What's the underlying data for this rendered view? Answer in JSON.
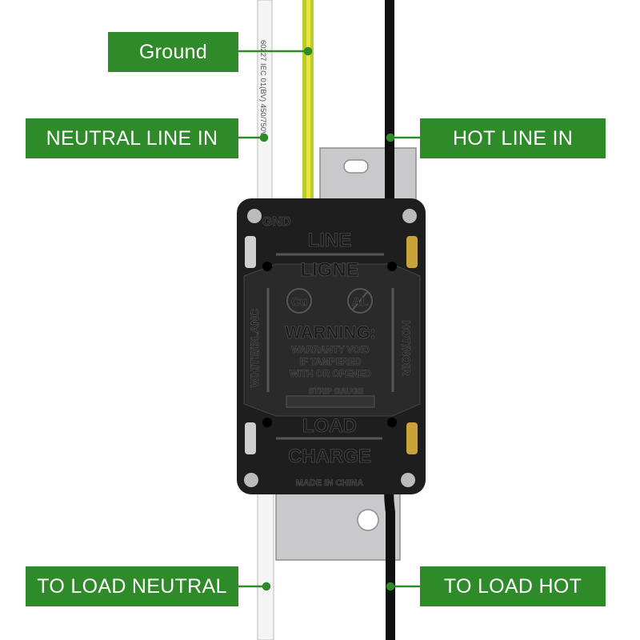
{
  "labels": {
    "ground": "Ground",
    "neutral_line_in": "NEUTRAL LINE IN",
    "hot_line_in": "HOT LINE IN",
    "to_load_neutral": "TO LOAD NEUTRAL",
    "to_load_hot": "TO LOAD HOT"
  },
  "wire_print": "60227 IEC 01(BV)     450/750V",
  "device": {
    "gnd": "GND",
    "line": "LINE",
    "ligne": "LIGNE",
    "cu": "Cu",
    "al": "AL",
    "warning": "WARNING:",
    "warranty1": "WARRANTY VOID",
    "warranty2": "IF TAMPERED",
    "warranty3": "WITH OR OPENED",
    "strip_gauge": "STRIP GAUGE",
    "white": "WHITE/BLANC",
    "hot": "HOT/NOIR",
    "load": "LOAD",
    "charge": "CHARGE",
    "made": "MADE IN CHINA"
  },
  "colors": {
    "label_green": "#2f8a29"
  }
}
